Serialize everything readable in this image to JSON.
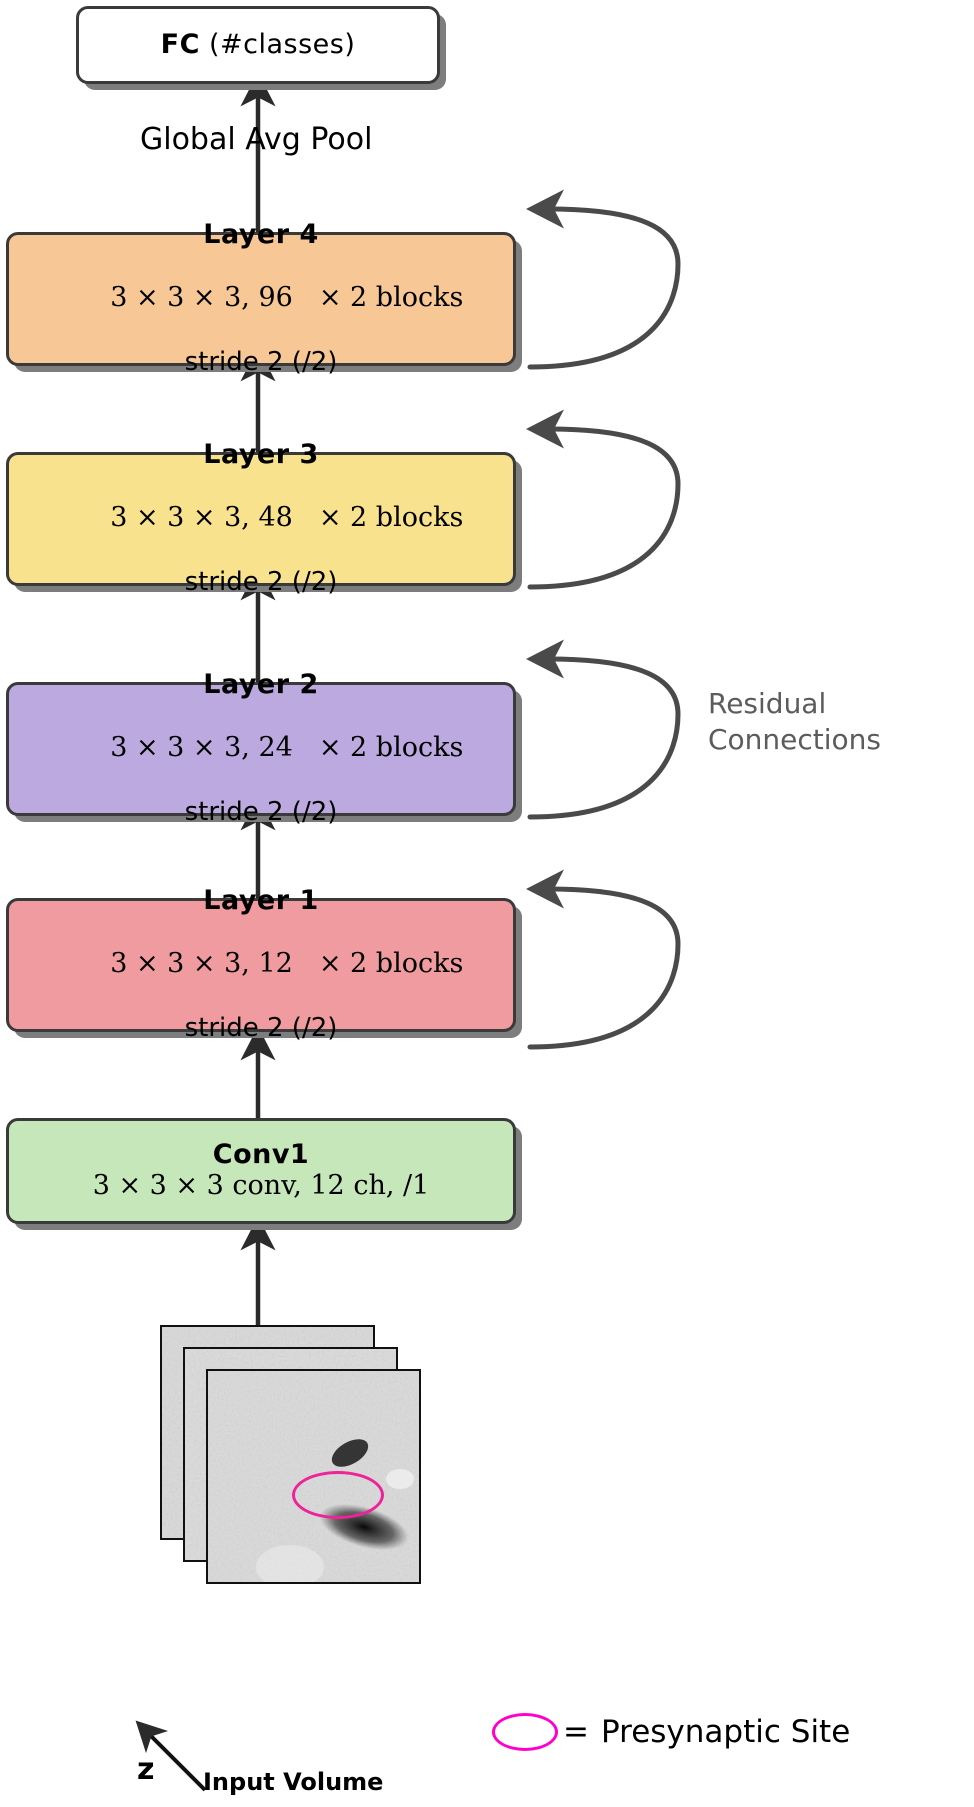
{
  "diagram": {
    "title": "3D ResNet architecture for presynaptic site classification",
    "head": {
      "fc_label_bold": "FC",
      "fc_label_rest": " (#classes)",
      "pool_label": "Global Avg Pool"
    },
    "blocks": [
      {
        "id": "layer4",
        "title": "Layer 4",
        "line2_kernel": "3 × 3 × 3, 96",
        "line2_blocks": "× 2 blocks",
        "line3": "stride 2 (/2)",
        "color": "#F7C795"
      },
      {
        "id": "layer3",
        "title": "Layer 3",
        "line2_kernel": "3 × 3 × 3, 48",
        "line2_blocks": "× 2 blocks",
        "line3": "stride 2 (/2)",
        "color": "#F8E28D"
      },
      {
        "id": "layer2",
        "title": "Layer 2",
        "line2_kernel": "3 × 3 × 3, 24",
        "line2_blocks": "× 2 blocks",
        "line3": "stride 2 (/2)",
        "color": "#BCA9DF"
      },
      {
        "id": "layer1",
        "title": "Layer 1",
        "line2_kernel": "3 × 3 × 3, 12",
        "line2_blocks": "× 2 blocks",
        "line3": "stride 2 (/2)",
        "color": "#EF9BA0"
      },
      {
        "id": "conv1",
        "title": "Conv1",
        "line2_kernel": "3 × 3 × 3 conv, 12 ch, /1",
        "line2_blocks": "",
        "line3": "",
        "color": "#C5E7B9"
      }
    ],
    "residual": {
      "label_line1": "Residual",
      "label_line2": "Connections",
      "color": "#5c5c5c",
      "count": 4
    },
    "input": {
      "volume_label": "Input Volume",
      "axis_label": "z",
      "slice_count": 3,
      "annotation_color": "#ee2299"
    },
    "legend": {
      "equals": "=",
      "text": "Presynaptic Site",
      "marker_color": "#ff00cc"
    },
    "palette": {
      "outline": "#3a3a3a",
      "shadow": "#7d7d7d",
      "arrow": "#2b2b2b",
      "background": "#ffffff"
    }
  }
}
